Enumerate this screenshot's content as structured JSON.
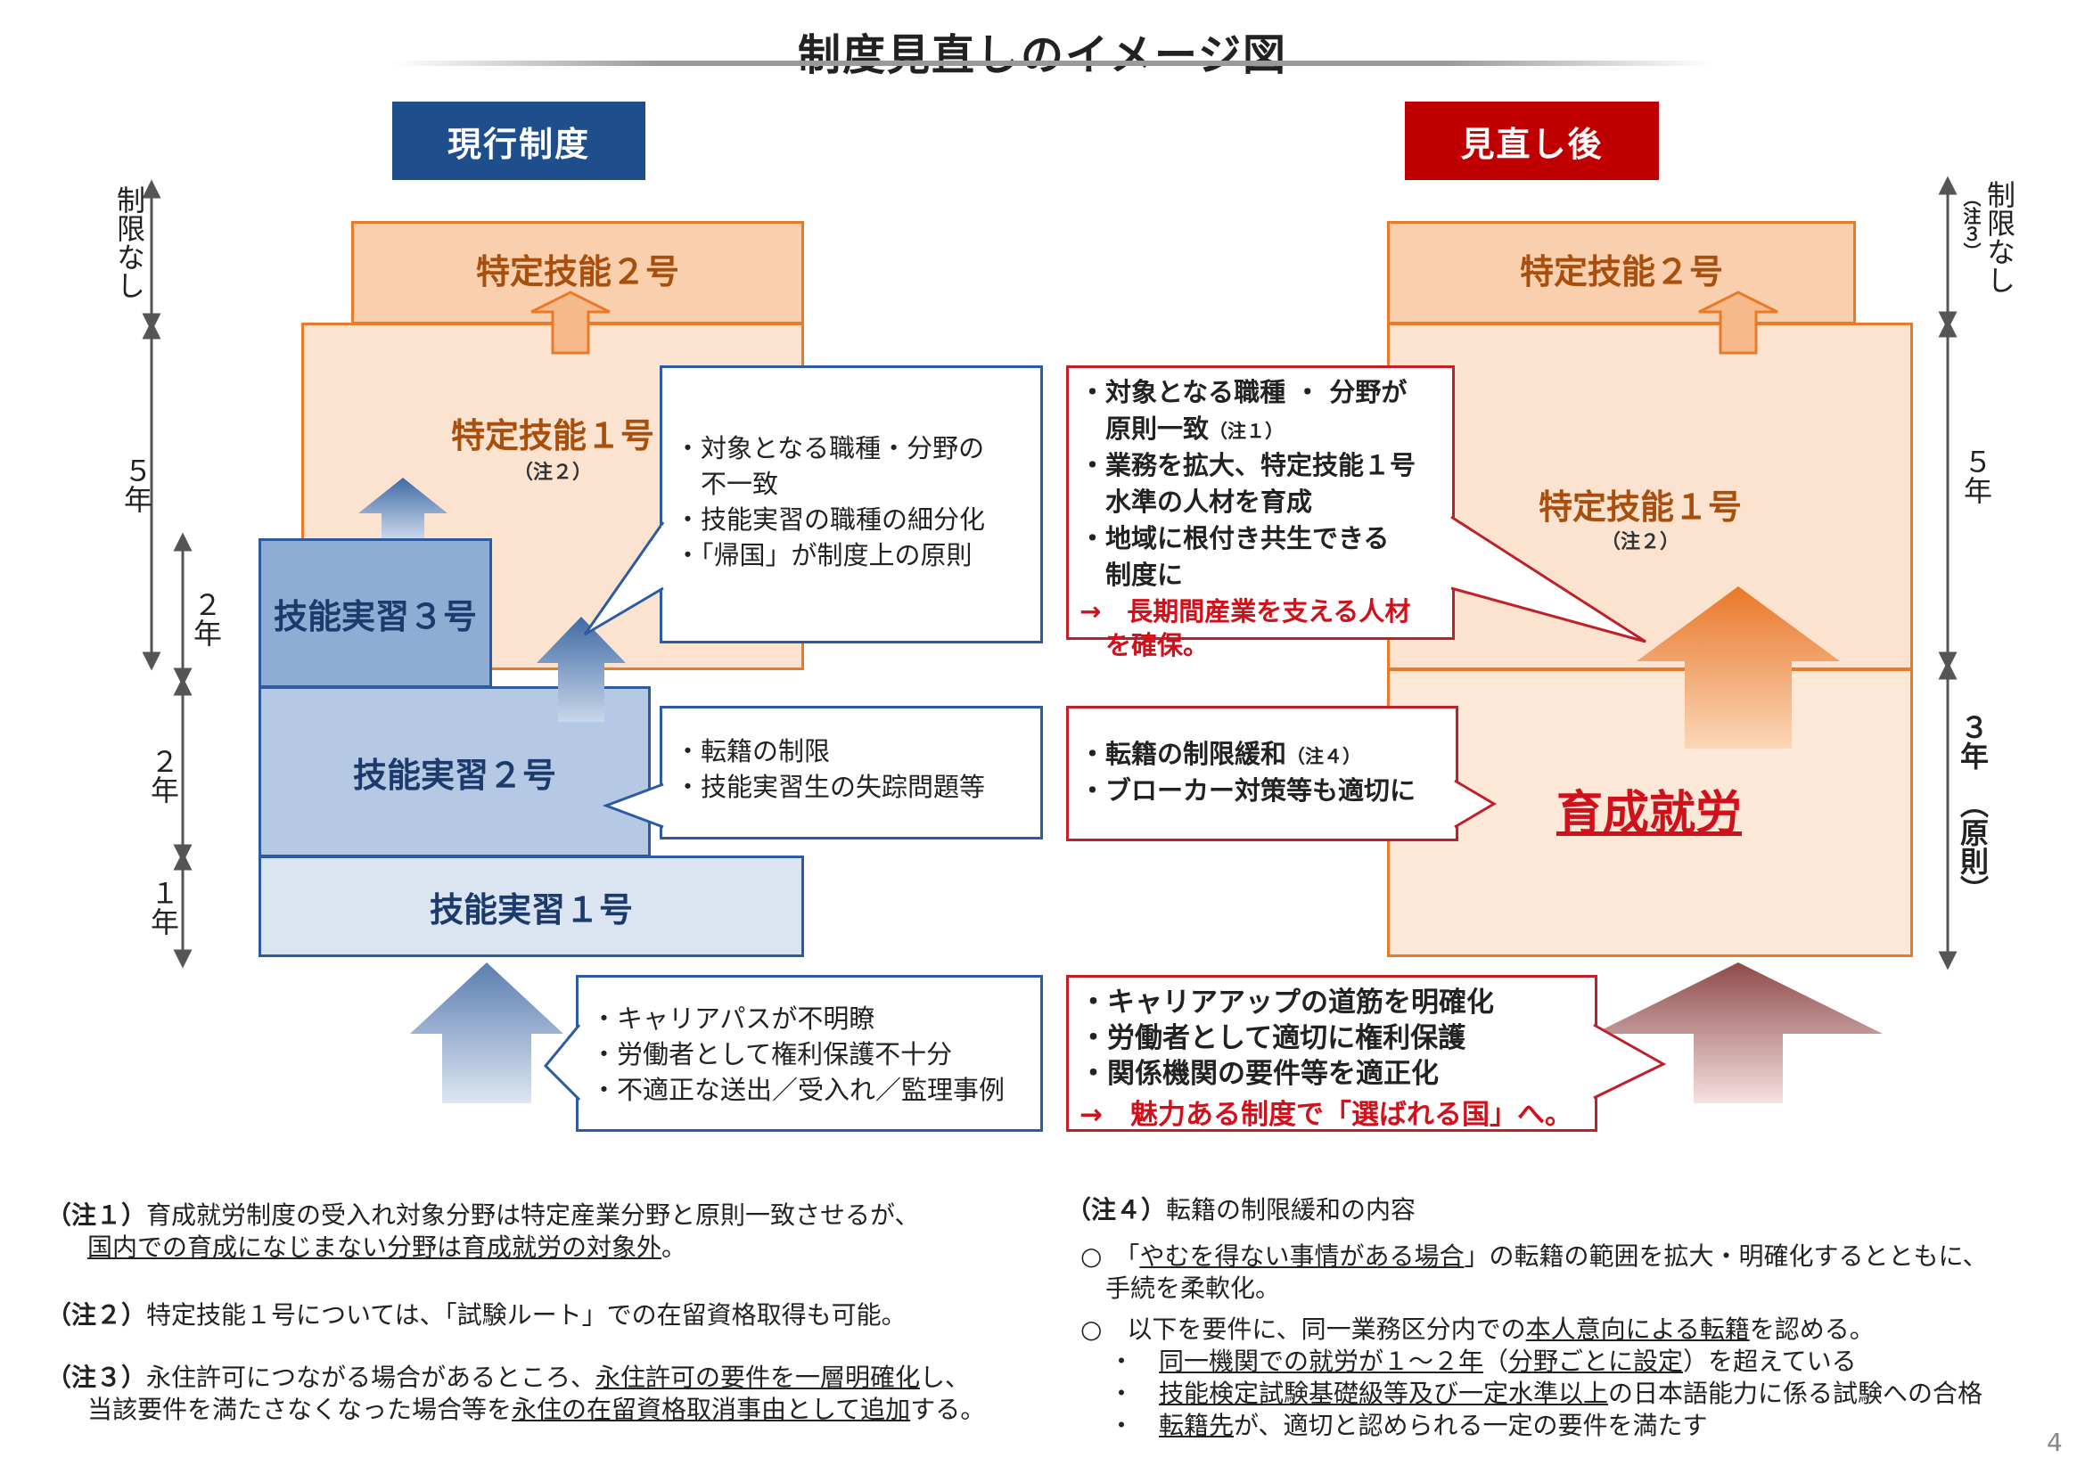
{
  "title": "制度見直しのイメージ図",
  "page_number": "4",
  "left": {
    "header": "現行制度",
    "tokutei2": "特定技能２号",
    "tokutei1": "特定技能１号",
    "tokutei1_note": "（注２）",
    "jisshu3": "技能実習３号",
    "jisshu2": "技能実習２号",
    "jisshu1": "技能実習１号",
    "durations": {
      "unlimited": "制限なし",
      "five": "５年",
      "two_a": "２年",
      "two_b": "２年",
      "one": "１年"
    },
    "callouts": {
      "top": [
        "・対象となる職種・分野の",
        "　不一致",
        "・技能実習の職種の細分化",
        "・「帰国」が制度上の原則"
      ],
      "middle": [
        "・転籍の制限",
        "・技能実習生の失踪問題等"
      ],
      "bottom": [
        "・キャリアパスが不明瞭",
        "・労働者として権利保護不十分",
        "・不適正な送出／受入れ／監理事例"
      ]
    }
  },
  "right": {
    "header": "見直し後",
    "tokutei2": "特定技能２号",
    "tokutei1": "特定技能１号",
    "tokutei1_note": "（注２）",
    "ikusei": "育成就労",
    "durations": {
      "unlimited": "制限なし",
      "unlimited_note": "（注３）",
      "five": "５年",
      "three": "３年",
      "three_note": "（原則）"
    },
    "callouts": {
      "top": {
        "lines": [
          {
            "text": "・対象となる職種 ・ 分野が",
            "small": ""
          },
          {
            "text": "　原則一致",
            "small": "（注１）"
          },
          {
            "text": "・業務を拡大、特定技能１号",
            "small": ""
          },
          {
            "text": "　水準の人材を育成",
            "small": ""
          },
          {
            "text": "・地域に根付き共生できる",
            "small": ""
          },
          {
            "text": "　制度に",
            "small": ""
          }
        ],
        "conclusion": [
          "→　長期間産業を支える人材",
          "　を確保。"
        ]
      },
      "middle": {
        "lines": [
          {
            "text": "・転籍の制限緩和",
            "small": "（注４）"
          },
          {
            "text": "・ブローカー対策等も適切に",
            "small": ""
          }
        ]
      },
      "bottom": {
        "lines": [
          "・キャリアアップの道筋を明確化",
          "・労働者として適切に権利保護",
          "・関係機関の要件等を適正化"
        ],
        "conclusion": "→　魅力ある制度で「選ばれる国」へ。"
      }
    }
  },
  "notes": {
    "n1_label": "（注１）",
    "n1_line1": "育成就労制度の受入れ対象分野は特定産業分野と原則一致させるが、",
    "n1_line2": "国内での育成になじまない分野は育成就労の対象外",
    "n1_line2_end": "。",
    "n2_label": "（注２）",
    "n2_text": "特定技能１号については、「試験ルート」での在留資格取得も可能。",
    "n3_label": "（注３）",
    "n3_a": "永住許可につながる場合があるところ、",
    "n3_b": "永住許可の要件を一層明確化",
    "n3_c": "し、",
    "n3_d": "当該要件を満たさなくなった場合等を",
    "n3_e": "永住の在留資格取消事由として追加",
    "n3_f": "する。",
    "n4_label": "（注４）",
    "n4_title": "転籍の制限緩和の内容",
    "n4_p1_a": "○　「",
    "n4_p1_b": "やむを得ない事情がある場合",
    "n4_p1_c": "」の転籍の範囲を拡大・明確化するとともに、",
    "n4_p1_d": "手続を柔軟化。",
    "n4_p2_a": "○　以下を要件に、同一業務区分内での",
    "n4_p2_b": "本人意向による転籍",
    "n4_p2_c": "を認める。",
    "n4_b1_a": "・　",
    "n4_b1_b": "同一機関での就労が１～２年",
    "n4_b1_c": "（",
    "n4_b1_d": "分野ごとに設定",
    "n4_b1_e": "）を超えている",
    "n4_b2_a": "・　",
    "n4_b2_b": "技能検定試験基礎級等及び一定水準以上",
    "n4_b2_c": "の日本語能力に係る試験への合格",
    "n4_b3_a": "・　",
    "n4_b3_b": "転籍先",
    "n4_b3_c": "が、適切と認められる一定の要件を満たす"
  },
  "colors": {
    "blue_header": "#1f4e8c",
    "red_header": "#c00000",
    "orange_border": "#e87a2a",
    "blue_border": "#2d5aa0",
    "accent_red": "#d0101a"
  }
}
